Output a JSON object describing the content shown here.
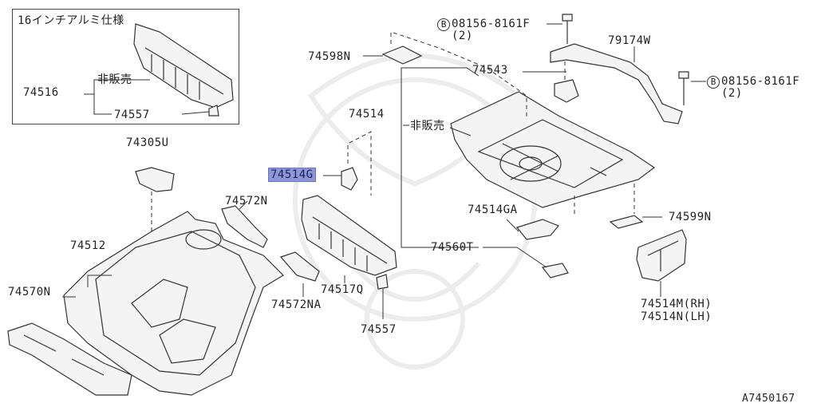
{
  "inset": {
    "title": "16インチアルミ仕様",
    "callout_main": "74516",
    "callout_not_sold": "非販売",
    "callout_sub": "74557"
  },
  "callouts": {
    "p74305U": "74305U",
    "p74512": "74512",
    "p74570N": "74570N",
    "p74572N": "74572N",
    "p74514G": "74514G",
    "p74598N": "74598N",
    "p74514": "74514",
    "p74514_not_sold": "非販売",
    "p74543": "74543",
    "p79174W": "79174W",
    "bolt1_badge": "B",
    "bolt1_code": "08156-8161F",
    "bolt1_qty": "(2)",
    "bolt2_badge": "B",
    "bolt2_code": "08156-8161F",
    "bolt2_qty": "(2)",
    "p74514GA": "74514GA",
    "p74599N": "74599N",
    "p74560T": "74560T",
    "p74572NA": "74572NA",
    "p74517Q": "74517Q",
    "p74557": "74557",
    "p74514M": "74514M(RH)",
    "p74514N": "74514N(LH)"
  },
  "diagram_id": "A7450167",
  "colors": {
    "highlight": "#8e97d6",
    "line": "#333333"
  }
}
